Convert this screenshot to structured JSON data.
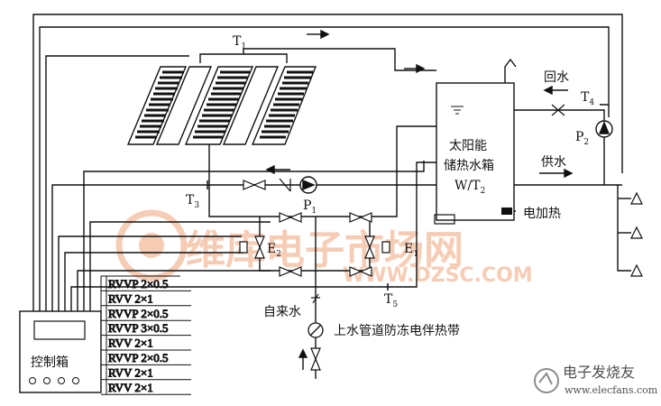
{
  "labels": {
    "t1": "T",
    "t1_sub": "1",
    "t3": "T",
    "t3_sub": "3",
    "t4": "T",
    "t4_sub": "4",
    "t5": "T",
    "t5_sub": "5",
    "p1": "P",
    "p1_sub": "1",
    "p2": "P",
    "p2_sub": "2",
    "e1": "E",
    "e1_sub": "1",
    "e2": "E",
    "e2_sub": "2",
    "tank_line1": "太阳能",
    "tank_line2": "储热水箱",
    "tank_line3": "W/T",
    "tank_line3_sub": "2",
    "return_water": "回水",
    "supply_water": "供水",
    "electric_heating": "电加热",
    "tap_water": "自来水",
    "antifreeze": "上水管道防冻电伴热带",
    "control_box": "控制箱"
  },
  "cables": [
    "RVVP 2×0.5",
    "RVV  2×1",
    "RVVP 2×0.5",
    "RVVP 3×0.5",
    "RVV  2×1",
    "RVVP 2×0.5",
    "RVV  2×1",
    "RVV  2×1"
  ],
  "watermarks": {
    "center": "维库电子市场网",
    "center_url": "WWW.DZSC.COM",
    "corner": "电子发烧友",
    "corner_url": "www.elecfans.com"
  },
  "colors": {
    "line": "#111111",
    "watermark": "#f2a37a"
  }
}
